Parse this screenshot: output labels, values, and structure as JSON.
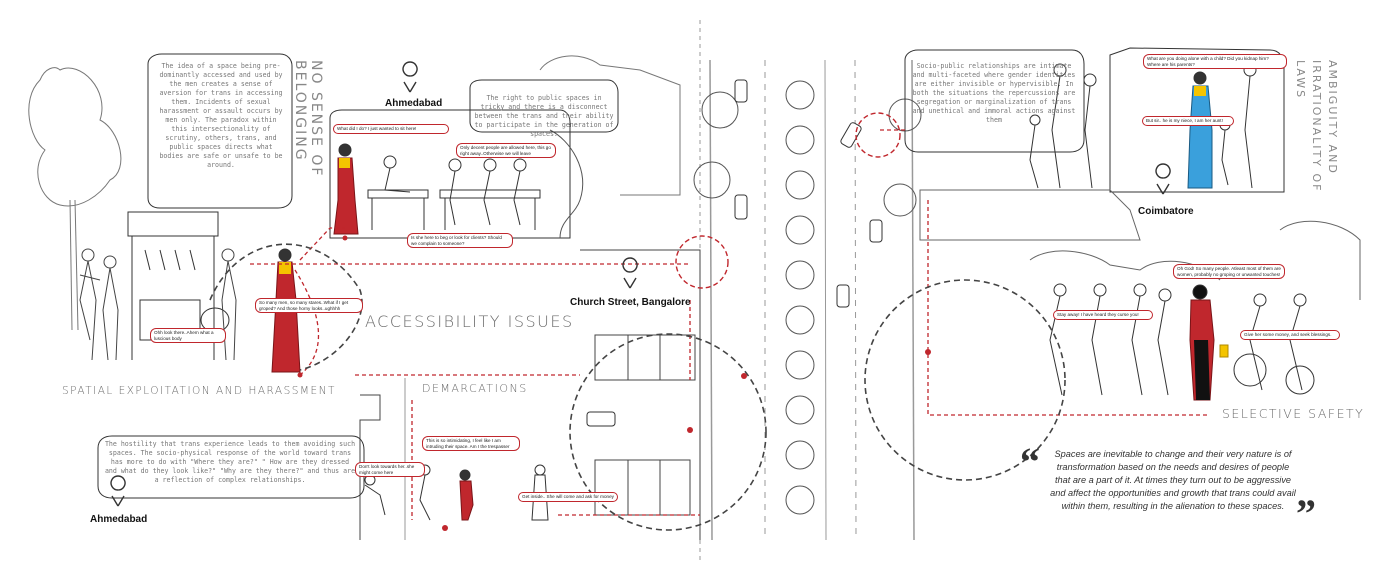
{
  "panels": {
    "belonging": "The idea of a space being pre-dominantly accessed and used by the men creates a sense of aversion for trans in accessing them. Incidents of sexual harassment or assault occurs by men only. The paradox within this intersectionality of scrutiny, others, trans, and public spaces directs what bodies are safe or unsafe to be around.",
    "rights": "The right to public spaces in tricky and there is a disconnect between the trans and their ability to participate in the generation of spaces.",
    "hostility": "The hostility that trans experience leads to them avoiding such spaces. The socio-physical response of the world toward trans has more to do with \"Where they are?\" \" How are they dressed and what do they look like?\" \"Why are they there?\" and thus are a reflection of complex relationships.",
    "laws": "Socio-public relationships are intimate and multi-faceted where gender identities are either invisible or hypervisible. In both the situations the repercussions are segregation or marginalization of trans and unethical and immoral actions against them"
  },
  "headings": {
    "no_belonging": "NO SENSE OF BELONGING",
    "accessibility": "ACCESSIBILITY ISSUES",
    "exploitation": "SPATIAL EXPLOITATION AND HARASSMENT",
    "demarcations": "DEMARCATIONS",
    "selective": "SELECTIVE SAFETY",
    "ambiguity": "AMBIGUITY AND IRRATIONALITY OF LAWS"
  },
  "places": {
    "ahmedabad_top": "Ahmedabad",
    "church_street": "Church Street, Bangalore",
    "coimbatore": "Coimbatore",
    "ahmedabad_bottom": "Ahmedabad"
  },
  "bubbles": {
    "sit_here": "What did I do? I just wanted to sit here!",
    "decent_people": "Only decent people are allowed here, this go right away..Otherwise we will leave",
    "beg": "Is she here to beg or look for clients? Should we complain to someone?",
    "many_men": "So many men, so many stares..What if I get groped? And those horny looks..ughhhh",
    "luscious": "Ohh look there..Ahem what a luscious body",
    "intimidating": "This is so intimidating, I feel like I am intruding their space. Am I the trespasser",
    "dont_look": "Don't look towards her..she might come here",
    "get_inside": "Get inside.. She will come and ask for money",
    "kidnap": "What are you doing alone with a child? Did you kidnap him? Where are his parents?",
    "aunt": "But sir.. he is my niece, I am her aunt!",
    "oh_god": "Oh God! So many people. Atleast most of them are women, probably no groping or unwanted touches!",
    "stay_away": "Stay away! I have heard they curse you!",
    "blessings": "Give her some money, and seek blessings."
  },
  "quote": "Spaces are inevitable to change and their very nature is of transformation based on the needs and desires of people that are a part of it. At times they turn out to be aggressive and affect the opportunities and growth that trans could avail within them, resulting in the alienation to these spaces.",
  "colors": {
    "accent": "#c0272d",
    "ink": "#333333",
    "yellow": "#f4c400",
    "blue": "#3aa0dc"
  }
}
